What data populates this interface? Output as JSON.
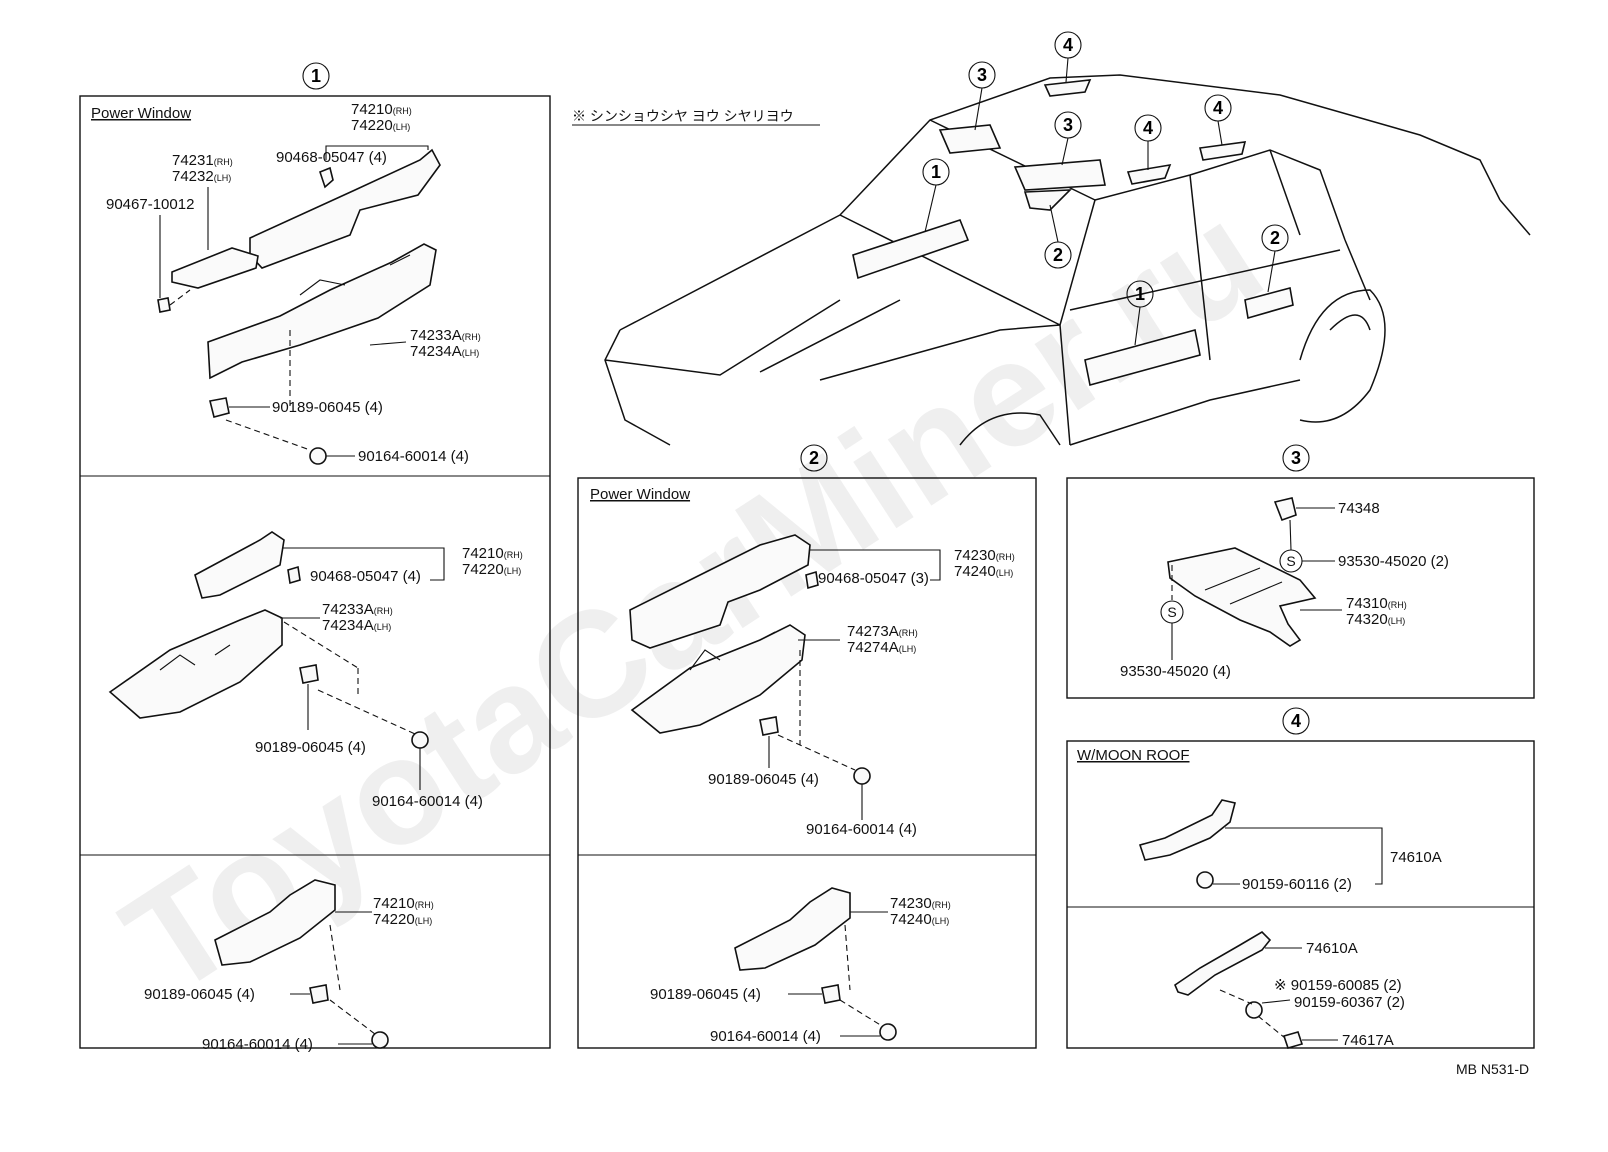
{
  "callouts": {
    "c1": "1",
    "c2": "2",
    "c3": "3",
    "c4": "4"
  },
  "note": "※ シンショウシヤ ヨウ シヤリヨウ",
  "headers": {
    "power_window_1": "Power Window",
    "power_window_2": "Power Window",
    "moon_roof": "W/MOON ROOF"
  },
  "watermark": "ToyotaCarMiner.ru",
  "drawing_code": "MB N531-D",
  "sections": {
    "s1a": {
      "p74210": "74210",
      "p74220": "74220",
      "rh": "(RH)",
      "lh": "(LH)",
      "p90468": "90468-05047",
      "q90468": "(4)",
      "p74231": "74231",
      "p74232": "74232",
      "p90467": "90467-10012",
      "p74233A": "74233A",
      "p74234A": "74234A",
      "p90189": "90189-06045",
      "q90189": "(4)",
      "p90164": "90164-60014",
      "q90164": "(4)"
    },
    "s1b": {
      "p74210": "74210",
      "p74220": "74220",
      "p90468": "90468-05047",
      "q90468": "(4)",
      "p74233A": "74233A",
      "p74234A": "74234A",
      "p90189": "90189-06045",
      "q90189": "(4)",
      "p90164": "90164-60014",
      "q90164": "(4)"
    },
    "s1c": {
      "p74210": "74210",
      "p74220": "74220",
      "p90189": "90189-06045",
      "q90189": "(4)",
      "p90164": "90164-60014",
      "q90164": "(4)"
    },
    "s2a": {
      "p74230": "74230",
      "p74240": "74240",
      "p90468": "90468-05047",
      "q90468": "(3)",
      "p74273A": "74273A",
      "p74274A": "74274A",
      "p90189": "90189-06045",
      "q90189": "(4)",
      "p90164": "90164-60014",
      "q90164": "(4)"
    },
    "s2b": {
      "p74230": "74230",
      "p74240": "74240",
      "p90189": "90189-06045",
      "q90189": "(4)",
      "p90164": "90164-60014",
      "q90164": "(4)"
    },
    "s3": {
      "p74348": "74348",
      "s_mark": "S",
      "p93530a": "93530-45020",
      "q93530a": "(2)",
      "p74310": "74310",
      "p74320": "74320",
      "p93530b": "93530-45020",
      "q93530b": "(4)"
    },
    "s4a": {
      "p74610A": "74610A",
      "p90159": "90159-60116",
      "q90159": "(2)"
    },
    "s4b": {
      "p74610A": "74610A",
      "mark": "※",
      "p90159a": "90159-60085",
      "q90159a": "(2)",
      "p90159b": "90159-60367",
      "q90159b": "(2)",
      "p74617A": "74617A"
    }
  }
}
